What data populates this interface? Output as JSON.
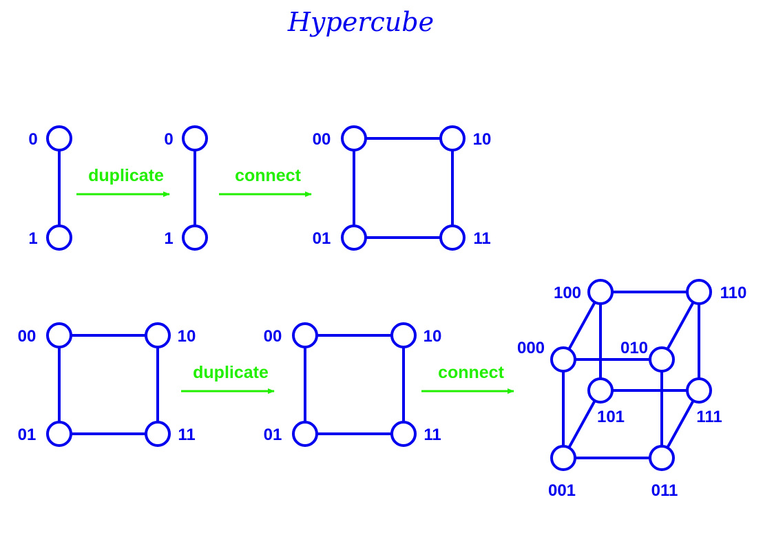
{
  "title": "Hypercube",
  "colors": {
    "graph": "#0000ee",
    "operation": "#22ee00",
    "background": "#ffffff"
  },
  "row1": {
    "graph_a": {
      "top": "0",
      "bottom": "1"
    },
    "op1": "duplicate",
    "graph_b": {
      "top": "0",
      "bottom": "1"
    },
    "op2": "connect",
    "graph_c": {
      "top_left": "00",
      "top_right": "10",
      "bottom_left": "01",
      "bottom_right": "11"
    }
  },
  "row2": {
    "graph_a": {
      "top_left": "00",
      "top_right": "10",
      "bottom_left": "01",
      "bottom_right": "11"
    },
    "op1": "duplicate",
    "graph_b": {
      "top_left": "00",
      "top_right": "10",
      "bottom_left": "01",
      "bottom_right": "11"
    },
    "op2": "connect",
    "cube": {
      "n100": "100",
      "n110": "110",
      "n000": "000",
      "n010": "010",
      "n101": "101",
      "n111": "111",
      "n001": "001",
      "n011": "011"
    }
  }
}
